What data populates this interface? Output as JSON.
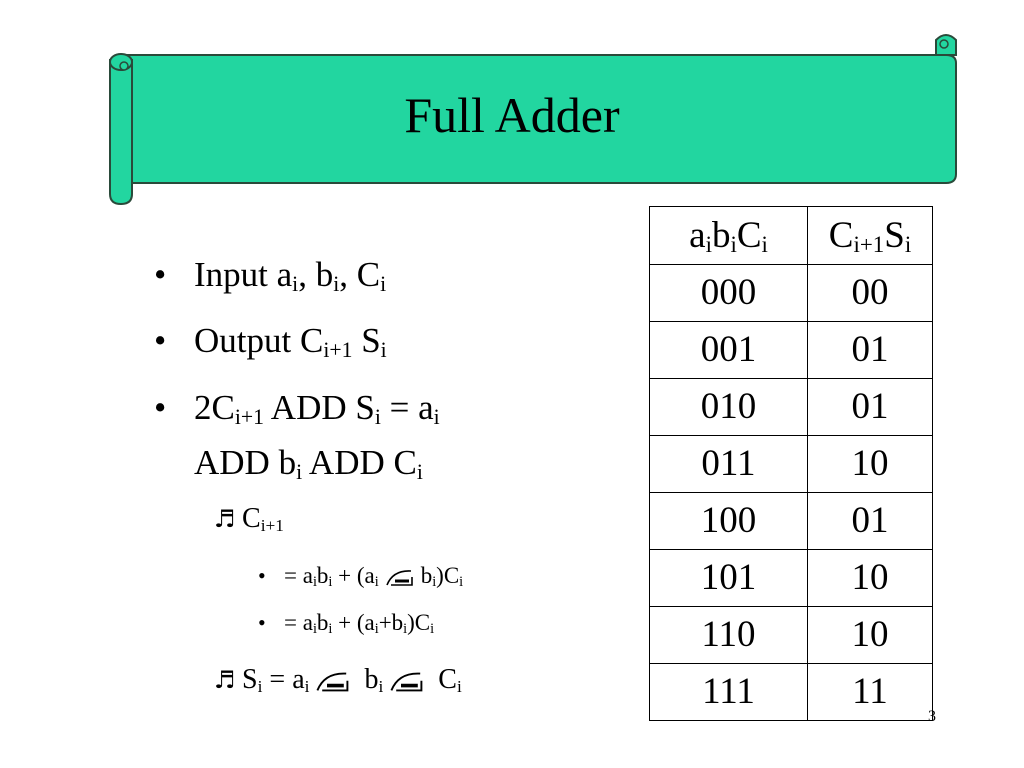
{
  "title": "Full Adder",
  "colors": {
    "banner_fill": "#22d6a0",
    "banner_stroke": "#2a4a3a"
  },
  "bullets": {
    "b1": {
      "text": "Input a",
      "sub_a": "i",
      "comma1": ", b",
      "sub_b": "i",
      "comma2": ", C",
      "sub_c": "i"
    },
    "b2": {
      "text": "Output C",
      "sub_c": "i+1",
      "s": " S",
      "sub_s": "i"
    },
    "b3": {
      "line1_pre": "2C",
      "sub_c": "i+1",
      "add_s": " ADD S",
      "sub_s": "i",
      "eq_a": " =  a",
      "sub_a": "i",
      "line2_pre": "ADD b",
      "sub_b": "i",
      "add_c": " ADD C",
      "sub_c2": "i"
    }
  },
  "sub_items": {
    "c_next": {
      "text": "C",
      "sub": "i+1"
    },
    "formula1": {
      "p1": "= a",
      "s1": "i",
      "p2": "b",
      "s2": "i",
      "p3": " + (a",
      "s3": "i",
      "p4": "b",
      "s4": "i",
      "p5": ")C",
      "s5": "i"
    },
    "formula2": {
      "p1": "= a",
      "s1": "i",
      "p2": "b",
      "s2": "i",
      "p3": " + (a",
      "s3": "i",
      "p4": "+b",
      "s4": "i",
      "p5": ")C",
      "s5": "i"
    },
    "s_formula": {
      "p1": "S",
      "s1": "i",
      "p2": " = a",
      "s2": "i",
      "p3": " b",
      "s3": "i",
      "p4": " C",
      "s4": "i"
    }
  },
  "icons": {
    "bullet": "bullet-dot",
    "note": "music-note-icon",
    "xor": "xor-symbol-icon"
  },
  "table": {
    "header": {
      "h1": "a",
      "h1_sub1": "i",
      "h1_b": "b",
      "h1_sub2": "i",
      "h1_c": "C",
      "h1_sub3": "i",
      "h2": "C",
      "h2_sub1": "i+1",
      "h2_s": "S",
      "h2_sub2": "i"
    },
    "rows": [
      [
        "000",
        "00"
      ],
      [
        "001",
        "01"
      ],
      [
        "010",
        "01"
      ],
      [
        "011",
        "10"
      ],
      [
        "100",
        "01"
      ],
      [
        "101",
        "10"
      ],
      [
        "110",
        "10"
      ],
      [
        "111",
        "11"
      ]
    ]
  },
  "page_number": "3"
}
